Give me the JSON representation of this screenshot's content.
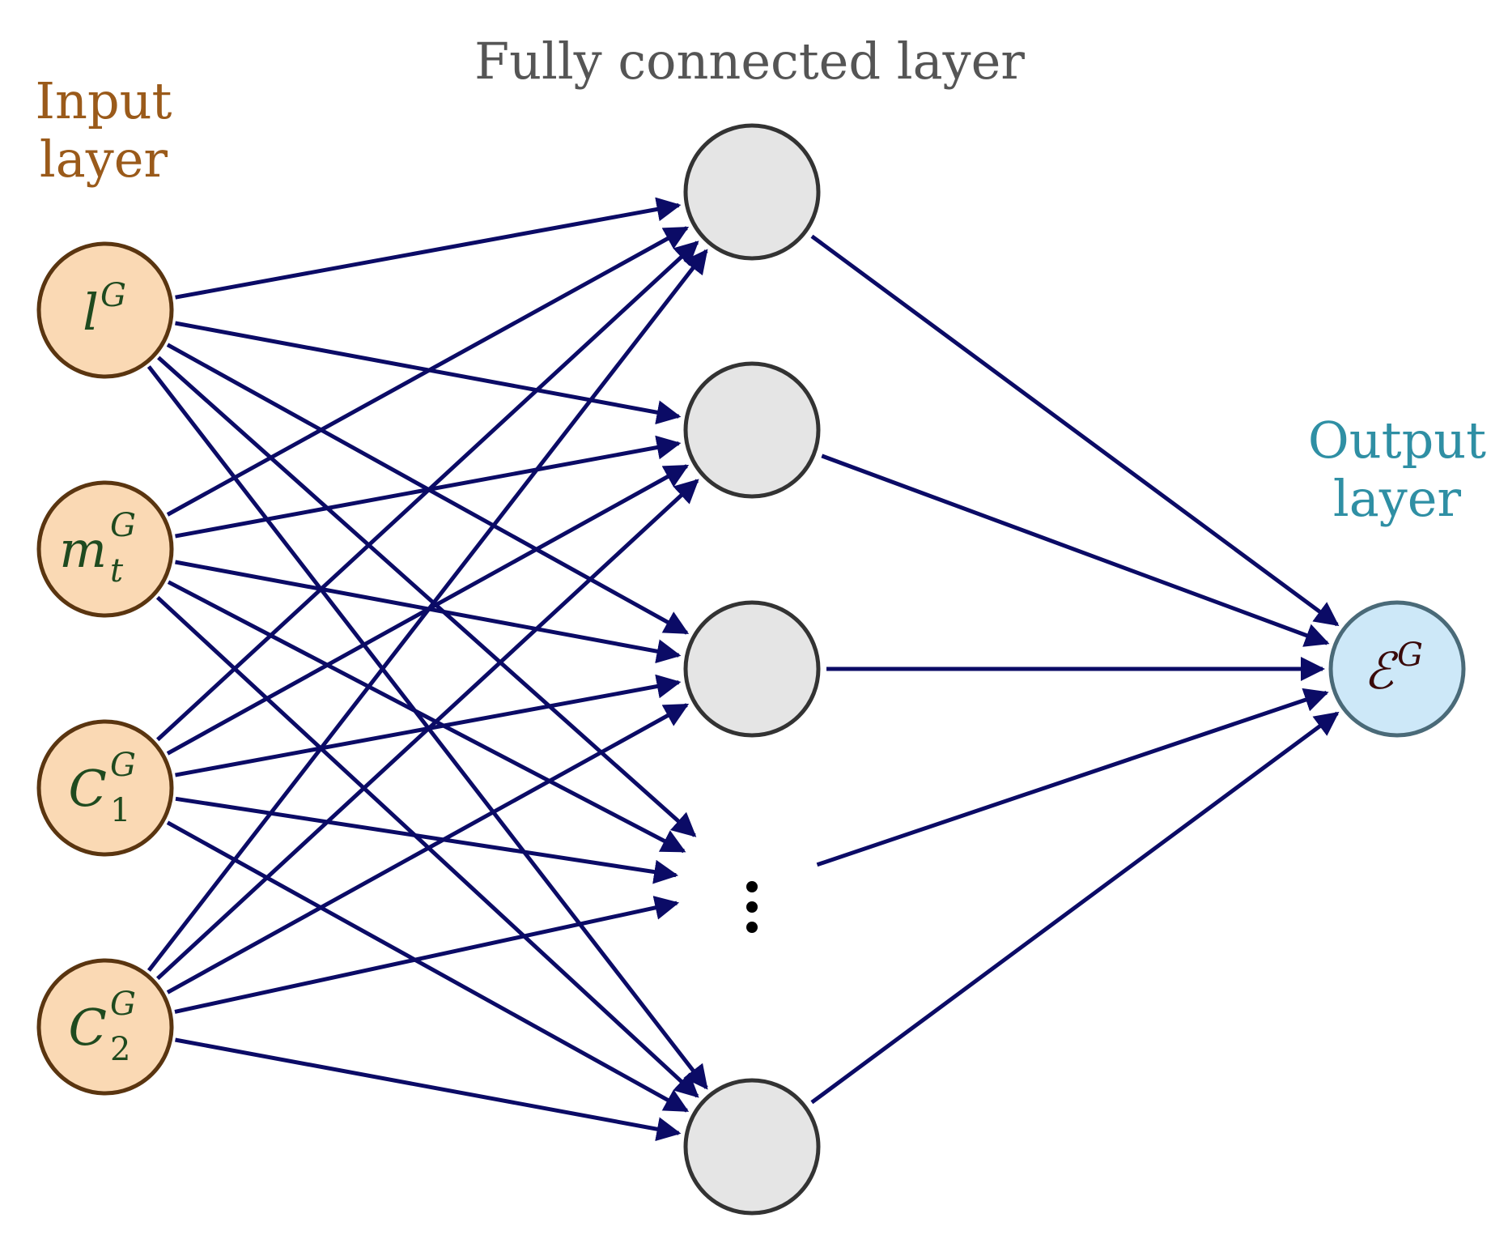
{
  "labels": {
    "input_line1": "Input",
    "input_line2": "layer",
    "hidden": "Fully connected layer",
    "output_line1": "Output",
    "output_line2": "layer"
  },
  "input_nodes": [
    {
      "base": "l",
      "sup": "G",
      "sub": ""
    },
    {
      "base": "m",
      "sup": "G",
      "sub": "t"
    },
    {
      "base": "C",
      "sup": "G",
      "sub": "1"
    },
    {
      "base": "C",
      "sup": "G",
      "sub": "2"
    }
  ],
  "output_node": {
    "base": "ℰ",
    "sup": "G"
  },
  "colors": {
    "input_label": "#9a5a1a",
    "hidden_label": "#555555",
    "output_label": "#2f8fa4",
    "input_fill": "#fad9b4",
    "input_stroke": "#5a3510",
    "input_text": "#1f4a1f",
    "hidden_fill": "#e5e5e5",
    "hidden_stroke": "#333333",
    "output_fill": "#cde8f8",
    "output_stroke": "#4a6a78",
    "output_text": "#3a0a0a",
    "edge": "#0b0b66"
  }
}
